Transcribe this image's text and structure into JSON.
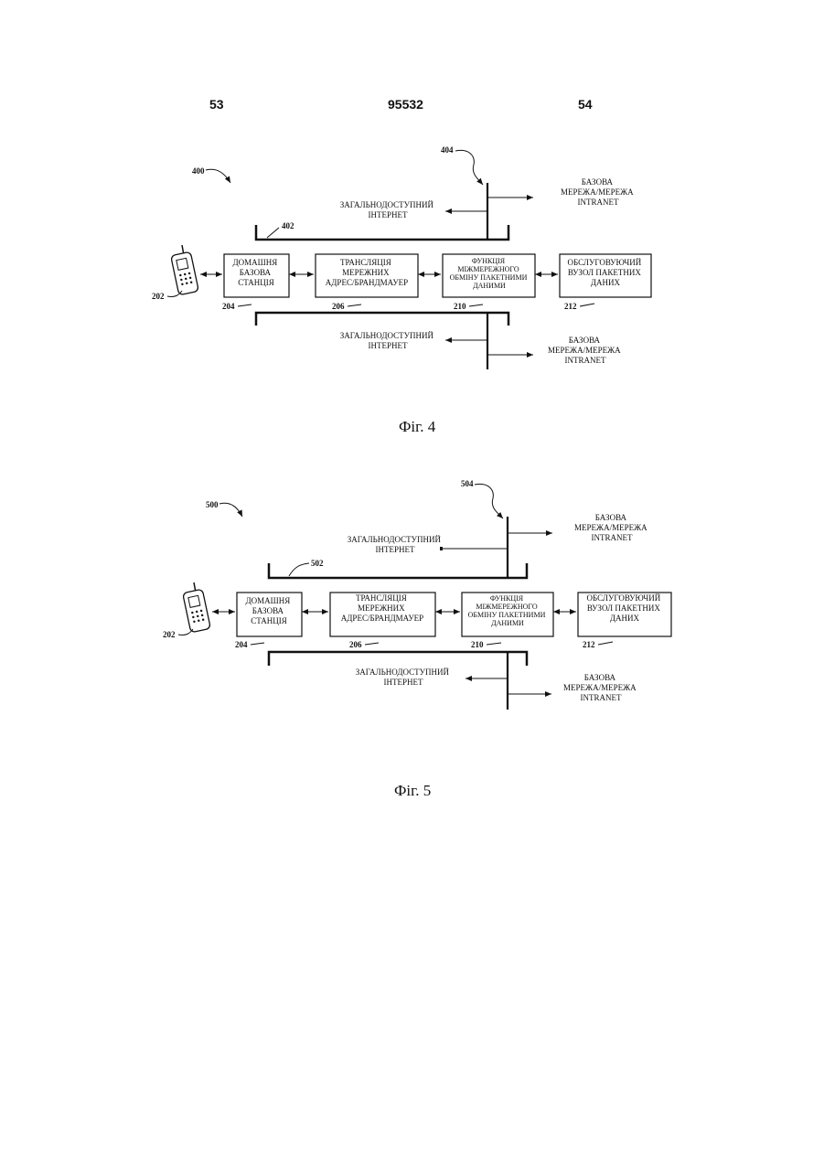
{
  "header": {
    "left_page": "53",
    "doc_number": "95532",
    "right_page": "54"
  },
  "fig4": {
    "caption": "Фіг. 4",
    "ref_system": "400",
    "ref_core": "404",
    "ref_top_bus": "402",
    "ref_phone": "202",
    "top_internet": [
      "ЗАГАЛЬНОДОСТУПНИЙ",
      "ІНТЕРНЕТ"
    ],
    "top_core": [
      "БАЗОВА",
      "МЕРЕЖА/МЕРЕЖА",
      "INTRANET"
    ],
    "bottom_internet": [
      "ЗАГАЛЬНОДОСТУПНИЙ",
      "ІНТЕРНЕТ"
    ],
    "bottom_core": [
      "БАЗОВА",
      "МЕРЕЖА/МЕРЕЖА",
      "INTRANET"
    ],
    "boxes": [
      {
        "ref": "204",
        "lines": [
          "ДОМАШНЯ",
          "БАЗОВА",
          "СТАНЦІЯ"
        ]
      },
      {
        "ref": "206",
        "lines": [
          "ТРАНСЛЯЦІЯ",
          "МЕРЕЖНИХ",
          "АДРЕС/БРАНДМАУЕР"
        ]
      },
      {
        "ref": "210",
        "lines": [
          "ФУНКЦІЯ",
          "МІЖМЕРЕЖНОГО",
          "ОБМІНУ ПАКЕТНИМИ",
          "ДАНИМИ"
        ]
      },
      {
        "ref": "212",
        "lines": [
          "ОБСЛУГОВУЮЧИЙ",
          "ВУЗОЛ ПАКЕТНИХ",
          "ДАНИХ"
        ]
      }
    ]
  },
  "fig5": {
    "caption": "Фіг. 5",
    "ref_system": "500",
    "ref_core": "504",
    "ref_top_bus": "502",
    "ref_phone": "202",
    "top_internet": [
      "ЗАГАЛЬНОДОСТУПНИЙ",
      "ІНТЕРНЕТ"
    ],
    "top_core": [
      "БАЗОВА",
      "МЕРЕЖА/МЕРЕЖА",
      "INTRANET"
    ],
    "bottom_internet": [
      "ЗАГАЛЬНОДОСТУПНИЙ",
      "ІНТЕРНЕТ"
    ],
    "bottom_core": [
      "БАЗОВА",
      "МЕРЕЖА/МЕРЕЖА",
      "INTRANET"
    ],
    "boxes": [
      {
        "ref": "204",
        "lines": [
          "ДОМАШНЯ",
          "БАЗОВА",
          "СТАНЦІЯ"
        ]
      },
      {
        "ref": "206",
        "lines": [
          "ТРАНСЛЯЦІЯ",
          "МЕРЕЖНИХ",
          "АДРЕС/БРАНДМАУЕР"
        ]
      },
      {
        "ref": "210",
        "lines": [
          "ФУНКЦІЯ",
          "МІЖМЕРЕЖНОГО",
          "ОБМІНУ ПАКЕТНИМИ",
          "ДАНИМИ"
        ]
      },
      {
        "ref": "212",
        "lines": [
          "ОБСЛУГОВУЮЧИЙ",
          "ВУЗОЛ ПАКЕТНИХ",
          "ДАНИХ"
        ]
      }
    ]
  }
}
